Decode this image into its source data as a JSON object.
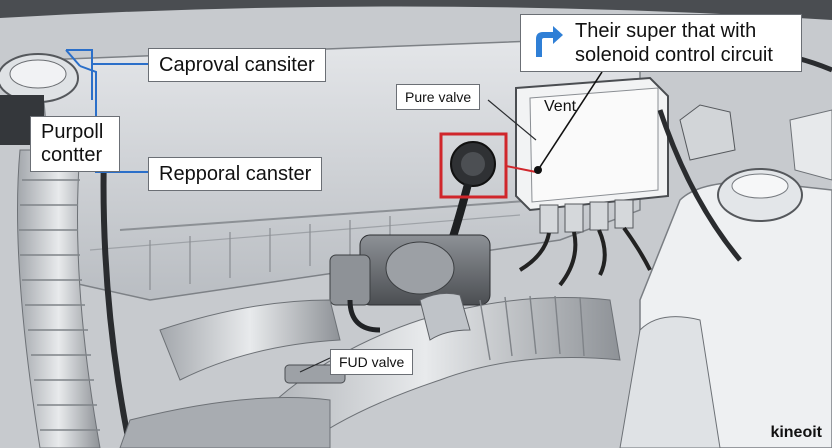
{
  "labels": {
    "caproval": "Caproval cansiter",
    "purpoll_line1": "Purpoll",
    "purpoll_line2": "contter",
    "repporal": "Repporal canster",
    "pure_valve": "Pure valve",
    "vent": "Vent",
    "super_line1": "Their super that with",
    "super_line2": "solenoid control circuit",
    "fud_valve": "FUD valve"
  },
  "brand": "kineoit",
  "colors": {
    "leader_blue": "#2b6fc9",
    "highlight_red": "#d0262b",
    "icon_blue": "#2f7fd6",
    "engine_gray": "#bfc3c8"
  },
  "icons": [
    "turn-arrow-icon"
  ]
}
